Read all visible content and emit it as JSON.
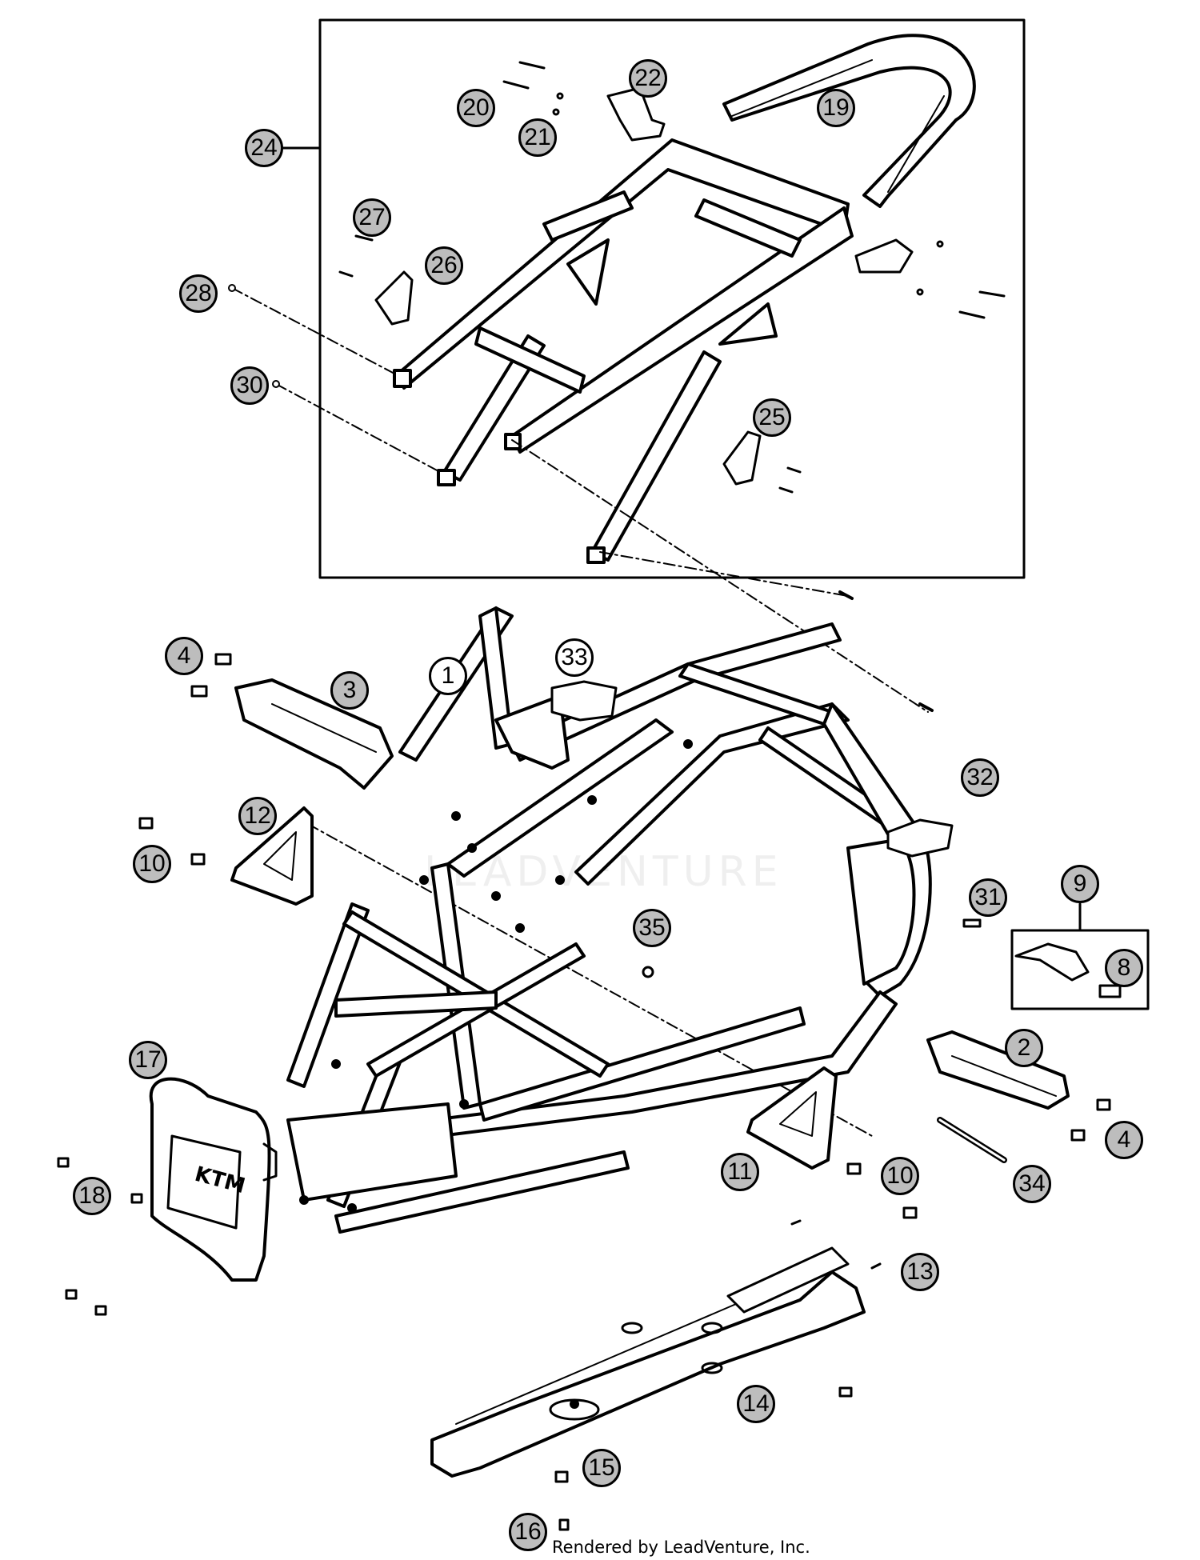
{
  "diagram": {
    "subassembly_callout": "24",
    "credit": "Rendered by LeadVenture, Inc.",
    "watermark": "LEADVENTURE",
    "callout_style": {
      "fill_gray": "#bdbdbd",
      "fill_white": "#ffffff",
      "stroke": "#000000"
    },
    "callouts": [
      {
        "label": "1",
        "style": "white"
      },
      {
        "label": "2",
        "style": "gray"
      },
      {
        "label": "3",
        "style": "gray"
      },
      {
        "label": "4",
        "style": "gray"
      },
      {
        "label": "4",
        "style": "gray"
      },
      {
        "label": "8",
        "style": "gray"
      },
      {
        "label": "9",
        "style": "gray"
      },
      {
        "label": "10",
        "style": "gray"
      },
      {
        "label": "10",
        "style": "gray"
      },
      {
        "label": "11",
        "style": "gray"
      },
      {
        "label": "12",
        "style": "gray"
      },
      {
        "label": "13",
        "style": "gray"
      },
      {
        "label": "14",
        "style": "gray"
      },
      {
        "label": "15",
        "style": "gray"
      },
      {
        "label": "16",
        "style": "gray"
      },
      {
        "label": "17",
        "style": "gray"
      },
      {
        "label": "18",
        "style": "gray"
      },
      {
        "label": "19",
        "style": "gray"
      },
      {
        "label": "20",
        "style": "gray"
      },
      {
        "label": "21",
        "style": "gray"
      },
      {
        "label": "22",
        "style": "gray"
      },
      {
        "label": "24",
        "style": "gray"
      },
      {
        "label": "25",
        "style": "gray"
      },
      {
        "label": "26",
        "style": "gray"
      },
      {
        "label": "27",
        "style": "gray"
      },
      {
        "label": "28",
        "style": "gray"
      },
      {
        "label": "30",
        "style": "gray"
      },
      {
        "label": "31",
        "style": "gray"
      },
      {
        "label": "32",
        "style": "gray"
      },
      {
        "label": "33",
        "style": "white"
      },
      {
        "label": "34",
        "style": "gray"
      },
      {
        "label": "35",
        "style": "gray"
      }
    ],
    "logo_text": "KTM"
  }
}
